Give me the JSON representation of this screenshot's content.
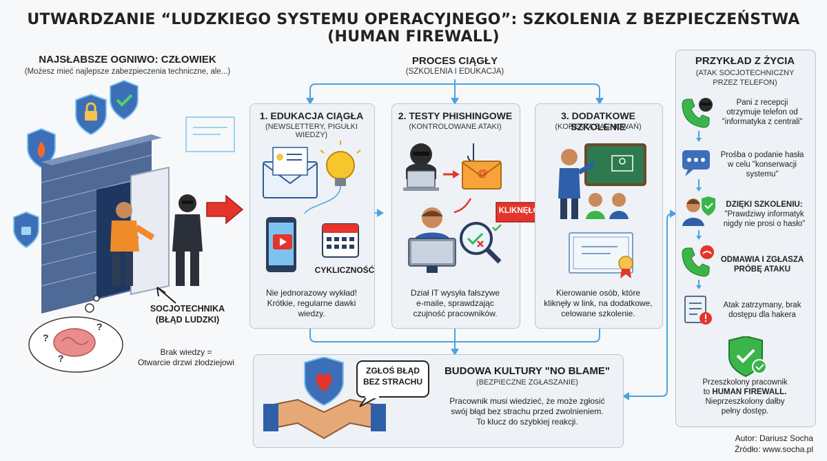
{
  "title": "UTWARDZANIE “LUDZKIEGO SYSTEMU OPERACYJNEGO”: SZKOLENIA Z BEZPIECZEŃSTWA (HUMAN FIREWALL)",
  "left": {
    "heading": "NAJSŁABSZE OGNIWO: CZŁOWIEK",
    "subheading": "(Możesz mieć najlepsze zabezpieczenia techniczne, ale...)",
    "attack_label_line1": "SOCJOTECHNIKA",
    "attack_label_line2": "(BŁĄD LUDZKI)",
    "thought_line1": "Brak wiedzy =",
    "thought_line2": "Otwarcie drzwi złodziejowi"
  },
  "process": {
    "heading": "PROCES CIĄGŁY",
    "subheading": "(SZKOLENIA I EDUKACJA)"
  },
  "steps": [
    {
      "title": "1. EDUKACJA CIĄGŁA",
      "subtitle": "(NEWSLETTERY, PIGUŁKI WIEDZY)",
      "extra": "CYKLICZNOŚĆ",
      "desc": [
        "Nie jednorazowy wykład!",
        "Krótkie, regularne dawki",
        "wiedzy."
      ]
    },
    {
      "title": "2. TESTY PHISHINGOWE",
      "subtitle": "(KONTROLOWANE ATAKI)",
      "desc": [
        "Dział IT wysyła fałszywe",
        "e-maile, sprawdzając",
        "czujność pracowników."
      ]
    },
    {
      "title": "3. DODATKOWE SZKOLENIE",
      "subtitle": "(KOREKTA ZACHOWAŃ)",
      "desc": [
        "Kierowanie osób, które",
        "kliknęły w link, na dodatkowe,",
        "celowane szkolenie."
      ]
    }
  ],
  "clicked_label": "KLIKNĘŁO",
  "culture": {
    "title": "BUDOWA KULTURY \"NO BLAME\"",
    "subtitle": "(BEZPIECZNE ZGŁASZANIE)",
    "bubble_line1": "ZGŁOŚ BŁĄD",
    "bubble_line2": "BEZ STRACHU",
    "desc": [
      "Pracownik musi wiedzieć, że może zgłosić",
      "swój błąd bez strachu przed zwolnieniem.",
      "To klucz do szybkiej reakcji."
    ]
  },
  "example": {
    "heading": "PRZYKŁAD Z ŻYCIA",
    "subheading": [
      "(ATAK SOCJOTECHNICZNY",
      "PRZEZ TELEFON)"
    ],
    "items": [
      {
        "lines": [
          "Pani z recepcji",
          "otrzymuje telefon od",
          "\"informatyka z centrali\""
        ],
        "bold_lines": []
      },
      {
        "lines": [
          "Prośba o podanie hasła",
          "w celu \"konserwacji",
          "systemu\""
        ],
        "bold_lines": []
      },
      {
        "lines": [
          "\"Prawdziwy informatyk",
          "nigdy nie prosi o hasło\""
        ],
        "bold_lines": [
          "DZIĘKI SZKOLENIU:"
        ]
      },
      {
        "lines": [],
        "bold_lines": [
          "ODMAWIA I ZGŁASZA",
          "PRÓBĘ ATAKU"
        ]
      },
      {
        "lines": [
          "Atak zatrzymany, brak",
          "dostępu dla hakera"
        ],
        "bold_lines": []
      }
    ],
    "final_line1": "Przeszkolony pracownik",
    "final_line2_prefix": "to ",
    "final_line2_bold": "HUMAN FIREWALL.",
    "final_line3": "Nieprzeszkolony dałby",
    "final_line4": "pełny dostęp."
  },
  "author": "Autor: Dariusz Socha",
  "source": "Źródło: www.socha.pl",
  "colors": {
    "accent_blue": "#4aa3df",
    "red_arrow": "#e3352b",
    "box_bg": "#eef1f5",
    "box_border": "#b9c3cf"
  }
}
